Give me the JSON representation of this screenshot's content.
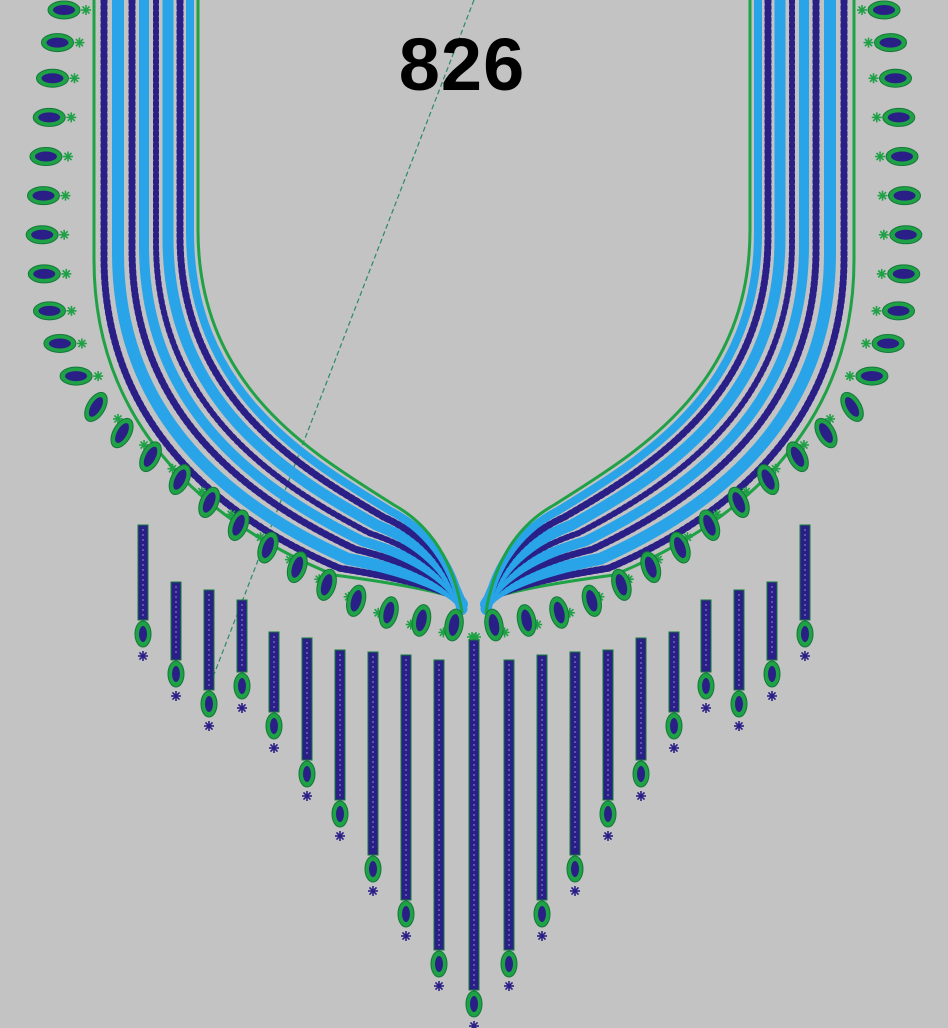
{
  "design": {
    "number": "826"
  },
  "colors": {
    "background": "#c3c3c3",
    "navy": "#2a1f86",
    "sky": "#2aa4e8",
    "green": "#1fa146",
    "dark_green": "#13783a",
    "guide_line": "#2b8a6a"
  },
  "motifs": [
    "neckline-band",
    "stripe",
    "leaf-petal",
    "star-stitch",
    "tassel",
    "guide-line"
  ]
}
